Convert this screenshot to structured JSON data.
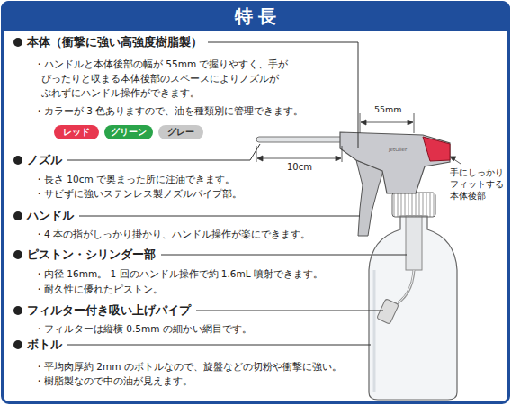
{
  "diagram": {
    "title": "特 長",
    "nodes": [
      {
        "text": [
          "レッド"
        ]
      },
      {
        "text": [
          "グリーン"
        ]
      },
      {
        "text": [
          "グレー"
        ]
      }
    ],
    "labels": [
      "本体（衝撃に強い高強度樹脂製）",
      "・ハンドルと本体後部の幅が 55mm で握りやすく、手が",
      "ぴったりと収まる本体後部のスペースによりノズルが",
      "ぶれずにハンドル操作ができます。",
      "・カラーが 3 色ありますので、油を種類別に管理できます。",
      "ノズル",
      "・長さ 10cm で奥まった所に注油できます。",
      "・サビずに強いステンレス製ノズルパイプ部。",
      "ハンドル",
      "・4 本の指がしっかり掛かり、ハンドル操作が楽にできます。",
      "ピストン・シリンダー部",
      "・内径 16mm。 1 回のハンドル操作で約 1.6mL 噴射できます。",
      "・耐久性に優れたピストン。",
      "フィルター付き吸い上げパイプ",
      "・フィルターは縦横 0.5mm の細かい網目です。",
      "ボトル",
      "・平均肉厚約 2mm のボトルなので、旋盤などの切粉や衝撃に強い。",
      "・樹脂製なので中の油が見えます。",
      "55mm",
      "10cm",
      "手にしっかり",
      "フィットする",
      "本体後部",
      "JetOiler"
    ]
  }
}
